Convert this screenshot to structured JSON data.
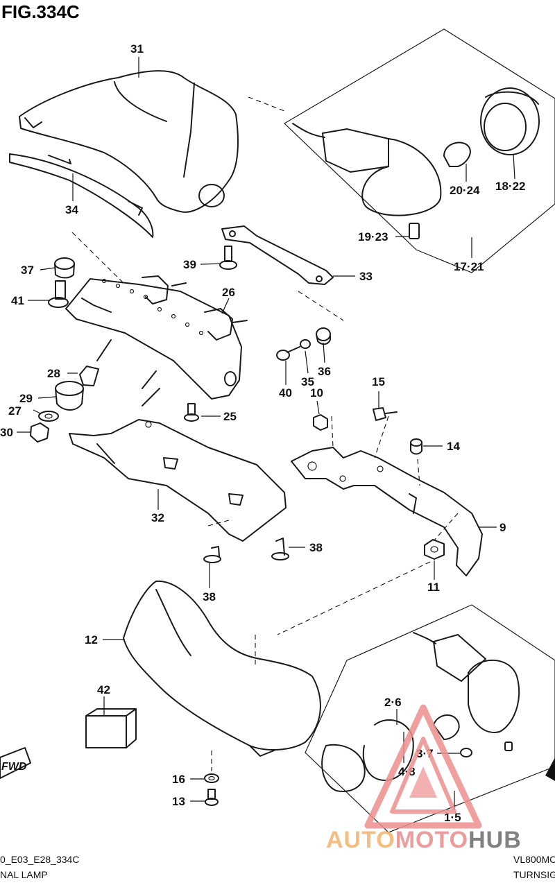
{
  "figure_title": "FIG.334C",
  "labels": {
    "p31": "31",
    "p34": "34",
    "p37": "37",
    "p39": "39",
    "p41": "41",
    "p26": "26",
    "p33": "33",
    "p28": "28",
    "p29": "29",
    "p27": "27",
    "p30": "30",
    "p25": "25",
    "p40": "40",
    "p35": "35",
    "p36": "36",
    "p10": "10",
    "p15": "15",
    "p14": "14",
    "p32": "32",
    "p9": "9",
    "p38a": "38",
    "p38b": "38",
    "p11": "11",
    "p12": "12",
    "p42": "42",
    "p16": "16",
    "p13": "13",
    "p2_6": "2·6",
    "p3_7": "3·7",
    "p4_8": "4·8",
    "p1_5": "1·5",
    "p20_24": "20·24",
    "p18_22": "18·22",
    "p19_23": "19·23",
    "p17_21": "17·21"
  },
  "fwd_label": "FWD",
  "footer": {
    "code_left": "0_E03_E28_334C",
    "title_left": "NAL LAMP",
    "model_right": "VL800MC",
    "title_right": "TURNSIG"
  },
  "watermark": {
    "text_a": "AUTO",
    "text_b": "MOTO",
    "text_c": "HUB",
    "color_a": "#f4b26a",
    "color_b": "#e98b8b",
    "color_c": "#6b6b6b"
  }
}
